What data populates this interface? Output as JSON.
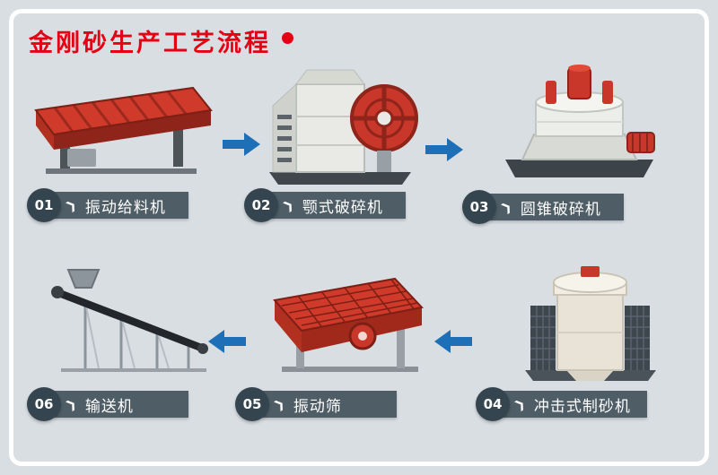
{
  "title": "金刚砂生产工艺流程",
  "steps": [
    {
      "num": "01",
      "label": "振动给料机",
      "machine": "vibrating-feeder"
    },
    {
      "num": "02",
      "label": "颚式破碎机",
      "machine": "jaw-crusher"
    },
    {
      "num": "03",
      "label": "圆锥破碎机",
      "machine": "cone-crusher"
    },
    {
      "num": "04",
      "label": "冲击式制砂机",
      "machine": "impact-sand-maker"
    },
    {
      "num": "05",
      "label": "振动筛",
      "machine": "vibrating-screen"
    },
    {
      "num": "06",
      "label": "输送机",
      "machine": "belt-conveyor"
    }
  ],
  "colors": {
    "background": "#d9dee3",
    "frame_border": "#ffffff",
    "title_red": "#e50113",
    "arrow_blue": "#1d70b8",
    "badge_dark": "#35454f",
    "label_bg": "#4e5d66",
    "label_text": "#ffffff",
    "machine_red": "#c9372a"
  }
}
